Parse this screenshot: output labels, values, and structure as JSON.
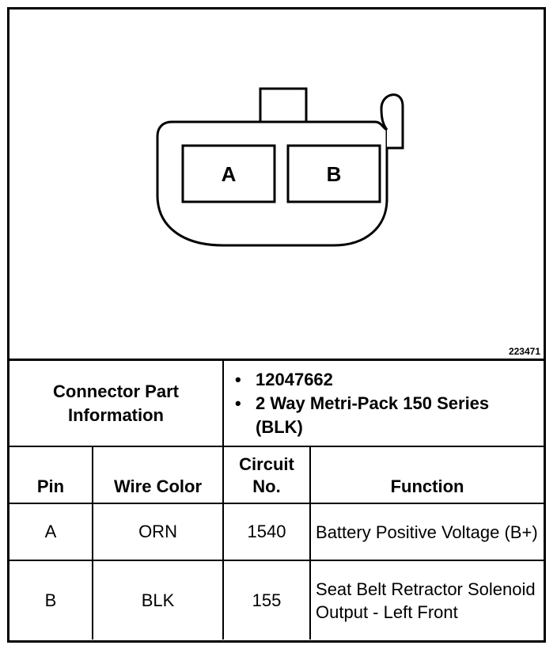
{
  "diagram": {
    "pin_labels": [
      "A",
      "B"
    ],
    "figure_number": "223471"
  },
  "connector_info": {
    "label": "Connector Part Information",
    "items": [
      "12047662",
      "2 Way Metri-Pack 150 Series (BLK)"
    ]
  },
  "table": {
    "headers": {
      "pin": "Pin",
      "wire_color": "Wire Color",
      "circuit_no": "Circuit No.",
      "function": "Function"
    },
    "rows": [
      {
        "pin": "A",
        "wire_color": "ORN",
        "circuit_no": "1540",
        "function": "Battery Positive Voltage (B+)"
      },
      {
        "pin": "B",
        "wire_color": "BLK",
        "circuit_no": "155",
        "function": "Seat Belt Retractor Solenoid Output - Left Front"
      }
    ]
  }
}
